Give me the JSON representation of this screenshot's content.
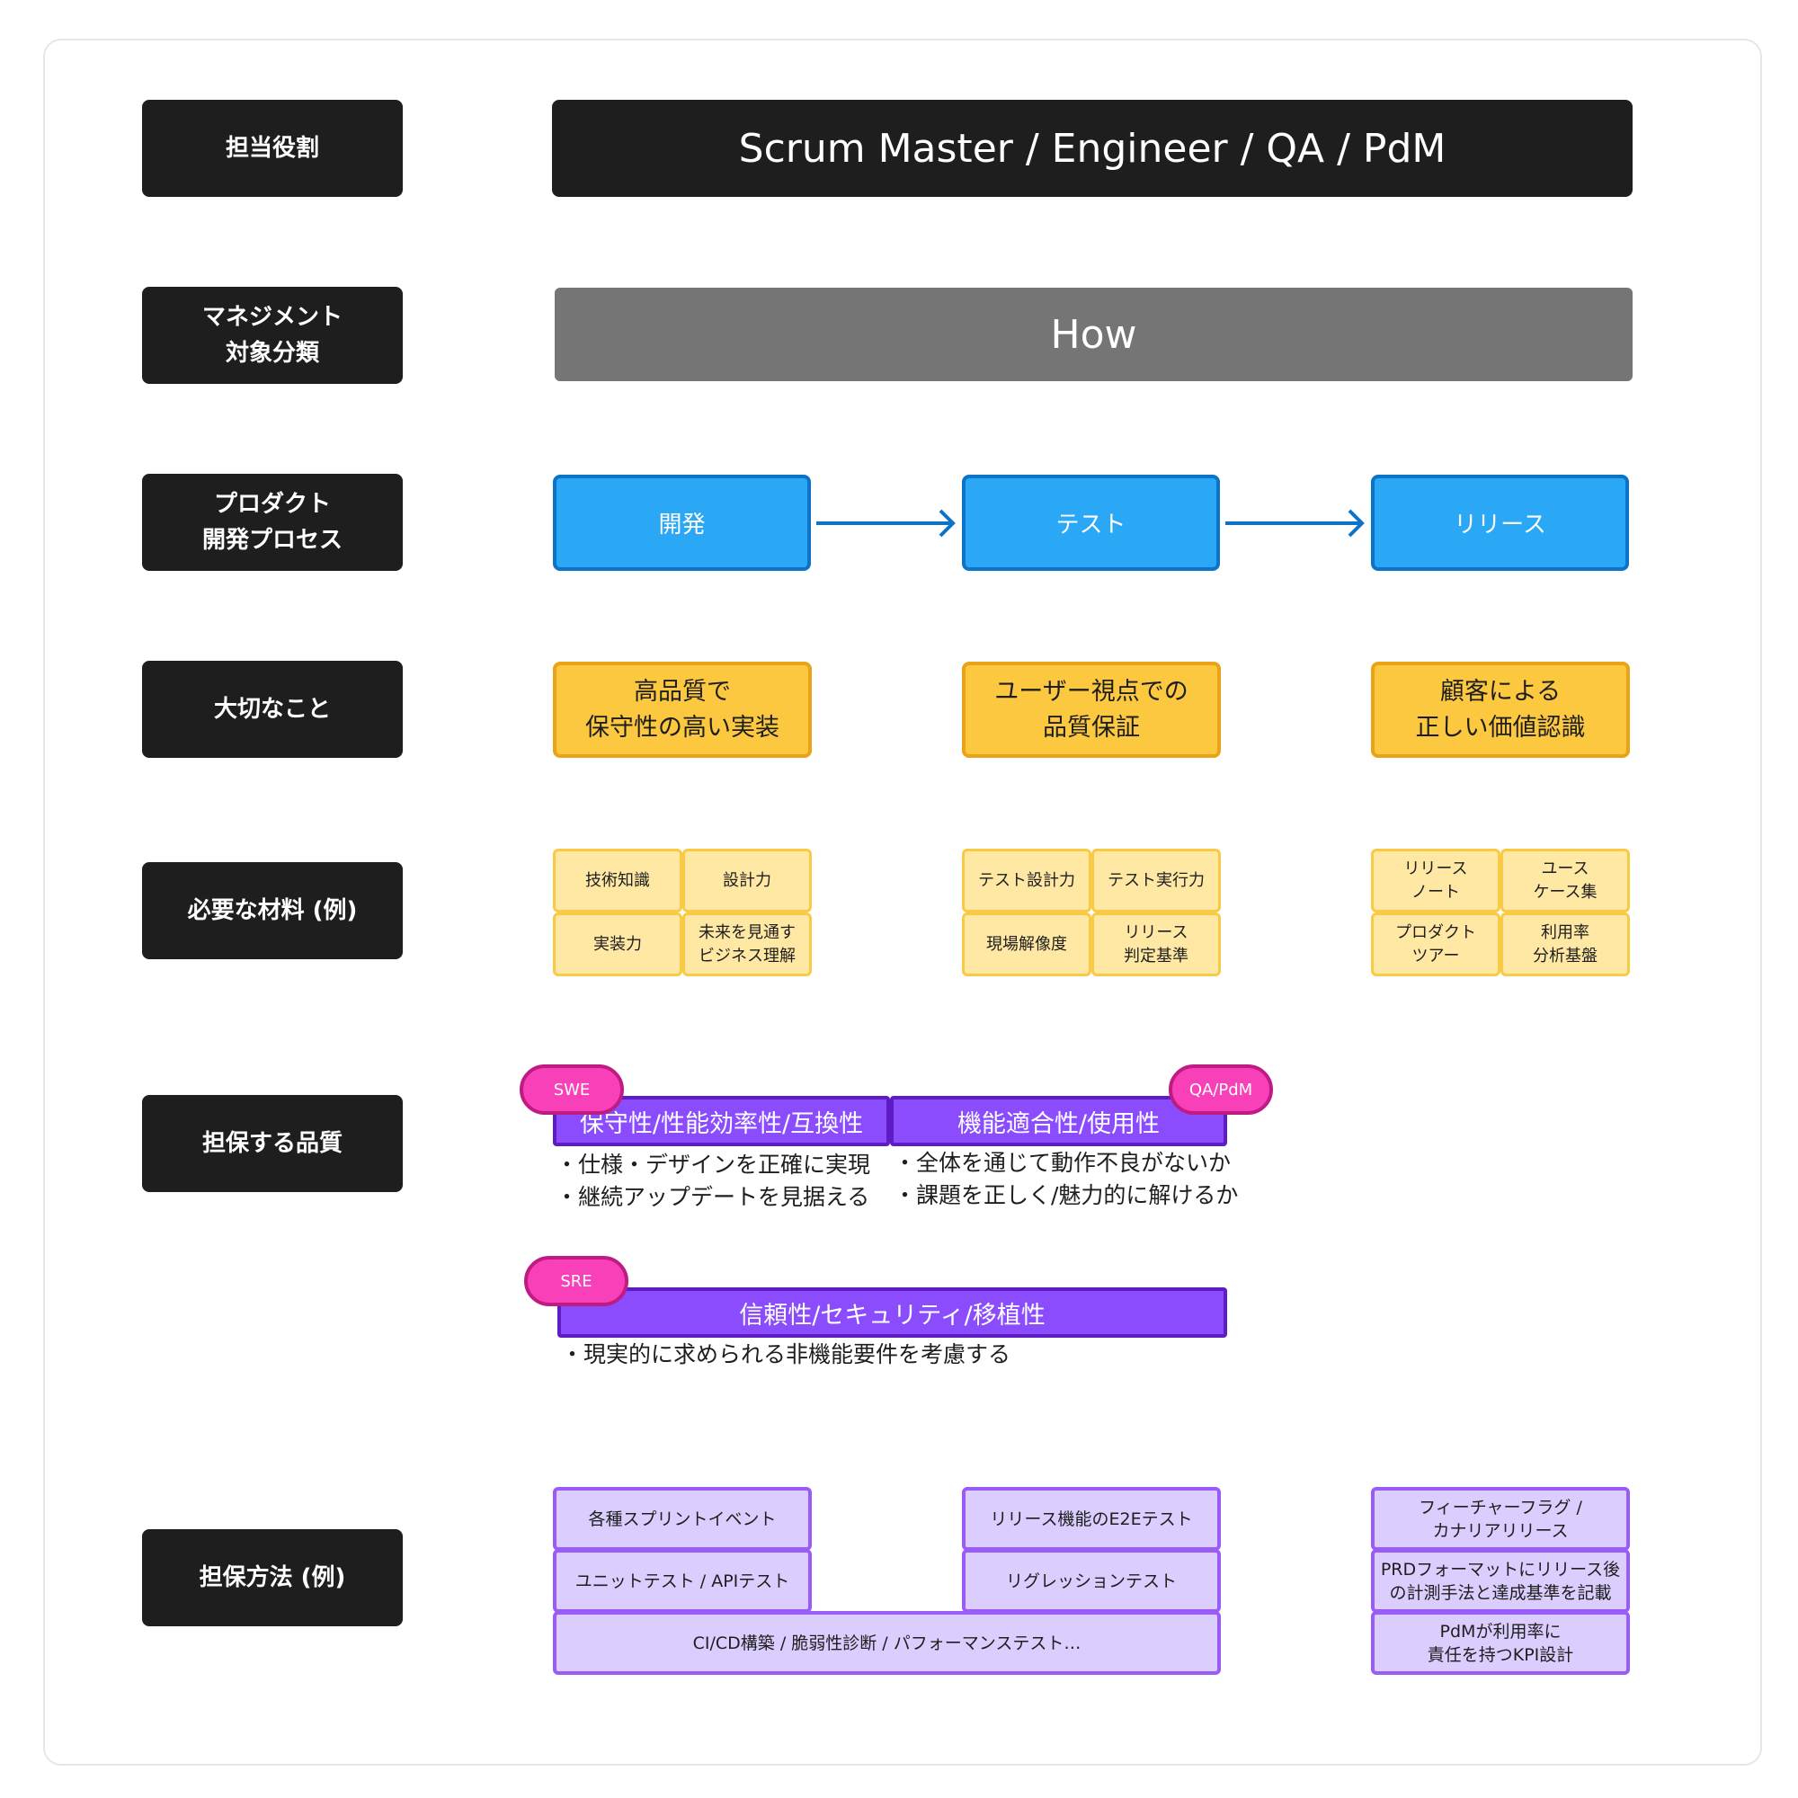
{
  "rows": {
    "role": "担当役割",
    "management": "マネジメント\n対象分類",
    "process": "プロダクト\n開発プロセス",
    "important": "大切なこと",
    "materials": "必要な材料 (例)",
    "quality": "担保する品質",
    "methods": "担保方法 (例)"
  },
  "role_bar": "Scrum Master / Engineer / QA / PdM",
  "management_bar": "How",
  "process": [
    "開発",
    "テスト",
    "リリース"
  ],
  "important": [
    "高品質で\n保守性の高い実装",
    "ユーザー視点での\n品質保証",
    "顧客による\n正しい価値認識"
  ],
  "materials": [
    [
      "技術知識",
      "設計力",
      "実装力",
      "未来を見通す\nビジネス理解"
    ],
    [
      "テスト設計力",
      "テスト実行力",
      "現場解像度",
      "リリース\n判定基準"
    ],
    [
      "リリース\nノート",
      "ユース\nケース集",
      "プロダクト\nツアー",
      "利用率\n分析基盤"
    ]
  ],
  "quality": {
    "swe": {
      "tag": "SWE",
      "bar": "保守性/性能効率性/互換性",
      "bullets": [
        "・仕様・デザインを正確に実現",
        "・継続アップデートを見据える"
      ]
    },
    "qa": {
      "tag": "QA/PdM",
      "bar": "機能適合性/使用性",
      "bullets": [
        "・全体を通じて動作不良がないか",
        "・課題を正しく/魅力的に解けるか"
      ]
    },
    "sre": {
      "tag": "SRE",
      "bar": "信頼性/セキュリティ/移植性",
      "bullets": [
        "・現実的に求められる非機能要件を考慮する"
      ]
    }
  },
  "methods": {
    "dev": [
      "各種スプリントイベント",
      "ユニットテスト / APIテスト"
    ],
    "test": [
      "リリース機能のE2Eテスト",
      "リグレッションテスト"
    ],
    "shared": "CI/CD構築 / 脆弱性診断 / パフォーマンステスト…",
    "release": [
      "フィーチャーフラグ /\nカナリアリリース",
      "PRDフォーマットにリリース後\nの計測手法と達成基準を記載",
      "PdMが利用率に\n責任を持つKPI設計"
    ]
  },
  "colors": {
    "label_bg": "#1e1e1e",
    "how_bg": "#757575",
    "process_fill": "#2aa7f5",
    "process_border": "#0d73c7",
    "important_fill": "#fbc83f",
    "material_fill": "#ffe8a3",
    "quality_bar": "#8a4cfc",
    "tag_pill": "#f840b8",
    "method_fill": "#dbcdfd",
    "method_border": "#9a5cf6",
    "arrow": "#0d73c7"
  }
}
